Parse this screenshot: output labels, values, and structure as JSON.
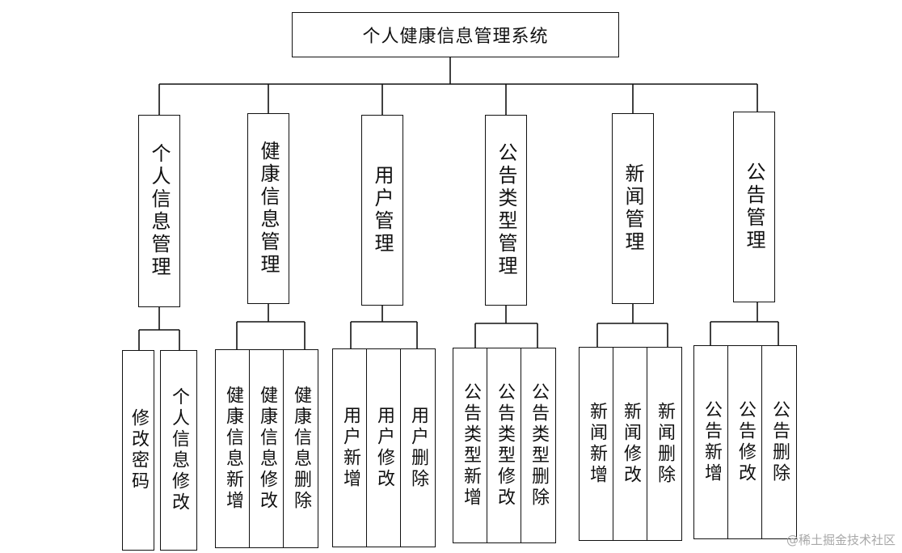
{
  "root": {
    "label": "个人健康信息管理系统"
  },
  "modules": [
    {
      "label": "个人信息管理",
      "children": [
        "修改密码",
        "个人信息修改"
      ]
    },
    {
      "label": "健康信息管理",
      "children": [
        "健康信息新增",
        "健康信息修改",
        "健康信息删除"
      ]
    },
    {
      "label": "用户管理",
      "children": [
        "用户新增",
        "用户修改",
        "用户删除"
      ]
    },
    {
      "label": "公告类型管理",
      "children": [
        "公告类型新增",
        "公告类型修改",
        "公告类型删除"
      ]
    },
    {
      "label": "新闻管理",
      "children": [
        "新闻新增",
        "新闻修改",
        "新闻删除"
      ]
    },
    {
      "label": "公告管理",
      "children": [
        "公告新增",
        "公告修改",
        "公告删除"
      ]
    }
  ],
  "watermark": "@稀土掘金技术社区"
}
